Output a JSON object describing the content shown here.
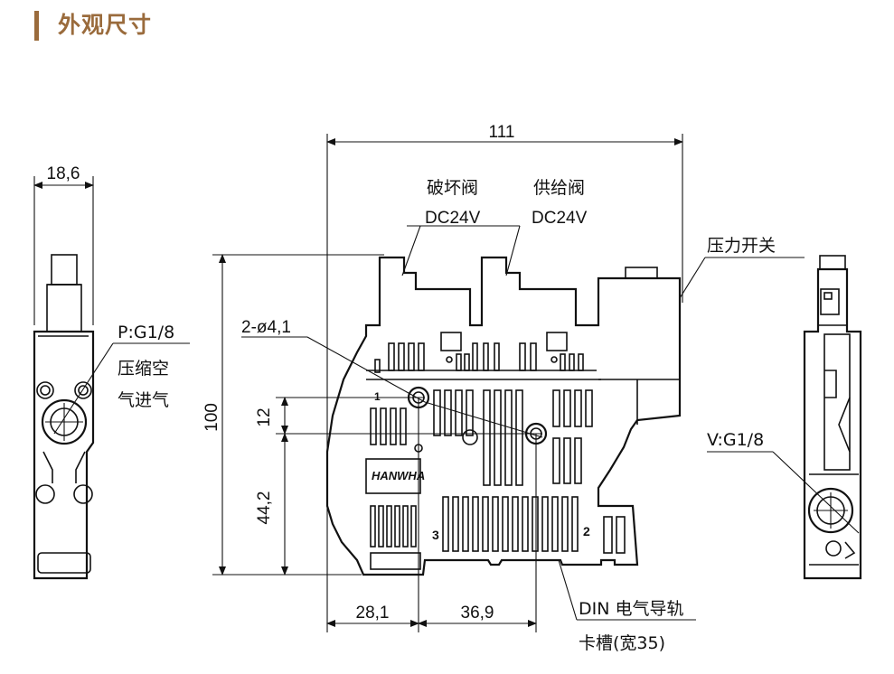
{
  "title": "外观尺寸",
  "dimensions": {
    "total_width": "111",
    "side_width": "18,6",
    "height": "100",
    "offset_12": "12",
    "offset_44": "44,2",
    "bottom_left": "28,1",
    "bottom_mid": "36,9"
  },
  "labels": {
    "break_valve": "破坏阀",
    "supply_valve": "供给阀",
    "dc_left": "DC24V",
    "dc_right": "DC24V",
    "pressure_switch": "压力开关",
    "holes": "2-ø4,1",
    "port_p": "P:G1/8",
    "compressed_air_1": "压缩空",
    "compressed_air_2": "气进气",
    "port_v": "V:G1/8",
    "din_1": "DIN 电气导轨",
    "din_2": "卡槽(宽35)",
    "brand": "HANWHA",
    "port_num_1": "1",
    "port_num_2": "2",
    "port_num_3": "3"
  }
}
